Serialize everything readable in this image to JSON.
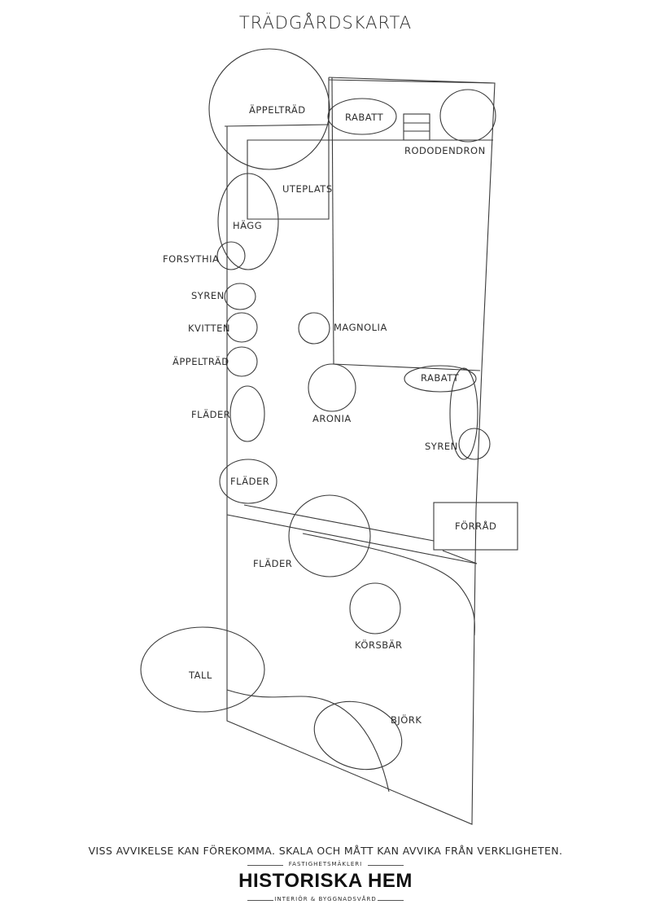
{
  "title": "TRÄDGÅRDSKARTA",
  "labels": {
    "appeltrad_top": "ÄPPELTRÄD",
    "rabatt_top": "RABATT",
    "rododendron": "RODODENDRON",
    "uteplats": "UTEPLATS",
    "hagg": "HÄGG",
    "forsythia": "FORSYTHIA",
    "syren_left": "SYREN",
    "kvitten": "KVITTEN",
    "appeltrad_left": "ÄPPELTRÄD",
    "magnolia": "MAGNOLIA",
    "rabatt_right": "RABATT",
    "flader_1": "FLÄDER",
    "aronia": "ARONIA",
    "syren_right": "SYREN",
    "flader_2": "FLÄDER",
    "forrad": "FÖRRÅD",
    "flader_3": "FLÄDER",
    "korsbar": "KÖRSBÄR",
    "tall": "TALL",
    "bjork": "BJÖRK"
  },
  "footer": {
    "disclaimer": "VISS AVVIKELSE KAN FÖREKOMMA. SKALA OCH MÅTT KAN AVVIKA FRÅN VERKLIGHETEN.",
    "brand_top": "FASTIGHETSMÄKLERI",
    "brand_name": "HISTORISKA HEM",
    "brand_sub": "INTERIÖR & BYGGNADSVÅRD"
  }
}
